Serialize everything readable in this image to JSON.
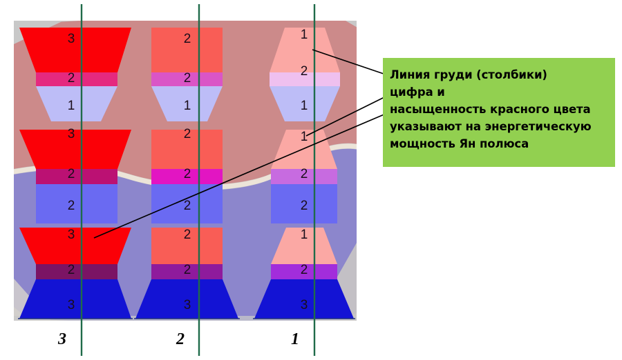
{
  "figure": {
    "title_bar": null,
    "background": {
      "outer_frame_color": "#c8c8c8",
      "upper_region_color": "#cc8a8a",
      "lower_region_color": "#8c86cc",
      "divider_color": "#ece4d8"
    },
    "guide_lines": {
      "color": "#1f6b4a",
      "count": 3,
      "x_positions": [
        118,
        288,
        455
      ]
    },
    "axis_labels": [
      {
        "text": "3",
        "column": 1
      },
      {
        "text": "2",
        "column": 2
      },
      {
        "text": "1",
        "column": 3
      }
    ],
    "columns": [
      {
        "name": "column-3",
        "rows": [
          {
            "name": "row-top",
            "top_value": "3",
            "band_value": "2",
            "bottom_value": "1",
            "top_color": "#fb0007",
            "band_color": "#e5297f",
            "bottom_color": "#bdbdf7",
            "top_shape": "trapezoid-narrowing",
            "bottom_shape": "trapezoid-narrowing"
          },
          {
            "name": "row-middle",
            "top_value": "3",
            "band_value": "2",
            "bottom_value": "2",
            "top_color": "#fb0007",
            "band_color": "#bb1173",
            "bottom_color": "#6a6af2",
            "top_shape": "trapezoid-narrowing",
            "bottom_shape": "rectangle"
          },
          {
            "name": "row-bottom",
            "top_value": "3",
            "band_value": "2",
            "bottom_value": "3",
            "top_color": "#fb0007",
            "band_color": "#7b1464",
            "bottom_color": "#1313d4",
            "top_shape": "trapezoid-narrowing",
            "bottom_shape": "trapezoid-widening"
          }
        ]
      },
      {
        "name": "column-2",
        "rows": [
          {
            "name": "row-top",
            "top_value": "2",
            "band_value": "2",
            "bottom_value": "1",
            "top_color": "#f95d56",
            "band_color": "#da55c6",
            "bottom_color": "#bdbdf7",
            "top_shape": "rectangle",
            "bottom_shape": "trapezoid-narrowing"
          },
          {
            "name": "row-middle",
            "top_value": "2",
            "band_value": "2",
            "bottom_value": "2",
            "top_color": "#f95d56",
            "band_color": "#e215c2",
            "bottom_color": "#6a6af2",
            "top_shape": "rectangle",
            "bottom_shape": "rectangle"
          },
          {
            "name": "row-bottom",
            "top_value": "2",
            "band_value": "2",
            "bottom_value": "3",
            "top_color": "#f95d56",
            "band_color": "#8f1b9c",
            "bottom_color": "#1313d4",
            "top_shape": "rectangle",
            "bottom_shape": "trapezoid-widening"
          }
        ]
      },
      {
        "name": "column-1",
        "rows": [
          {
            "name": "row-top",
            "top_value": "1",
            "band_value": "2",
            "bottom_value": "1",
            "top_color": "#fba8a4",
            "band_color": "#efc0ef",
            "bottom_color": "#bdbdf7",
            "top_shape": "trapezoid-widening",
            "bottom_shape": "trapezoid-narrowing"
          },
          {
            "name": "row-middle",
            "top_value": "1",
            "band_value": "2",
            "bottom_value": "2",
            "top_color": "#fba8a4",
            "band_color": "#c76be0",
            "bottom_color": "#6a6af2",
            "top_shape": "trapezoid-widening",
            "bottom_shape": "rectangle"
          },
          {
            "name": "row-bottom",
            "top_value": "1",
            "band_value": "2",
            "bottom_value": "3",
            "top_color": "#fba8a4",
            "band_color": "#a22ddb",
            "bottom_color": "#1313d4",
            "top_shape": "trapezoid-widening",
            "bottom_shape": "trapezoid-widening"
          }
        ]
      }
    ]
  },
  "annotation": {
    "background_color": "#92d050",
    "text_color": "#000000",
    "lines": [
      "Линия груди (столбики)",
      "цифра и",
      "насыщенность красного цвета",
      "указывают на энергетическую",
      "мощность Ян полюса"
    ],
    "leader_lines": 3,
    "leader_color": "#000000"
  }
}
